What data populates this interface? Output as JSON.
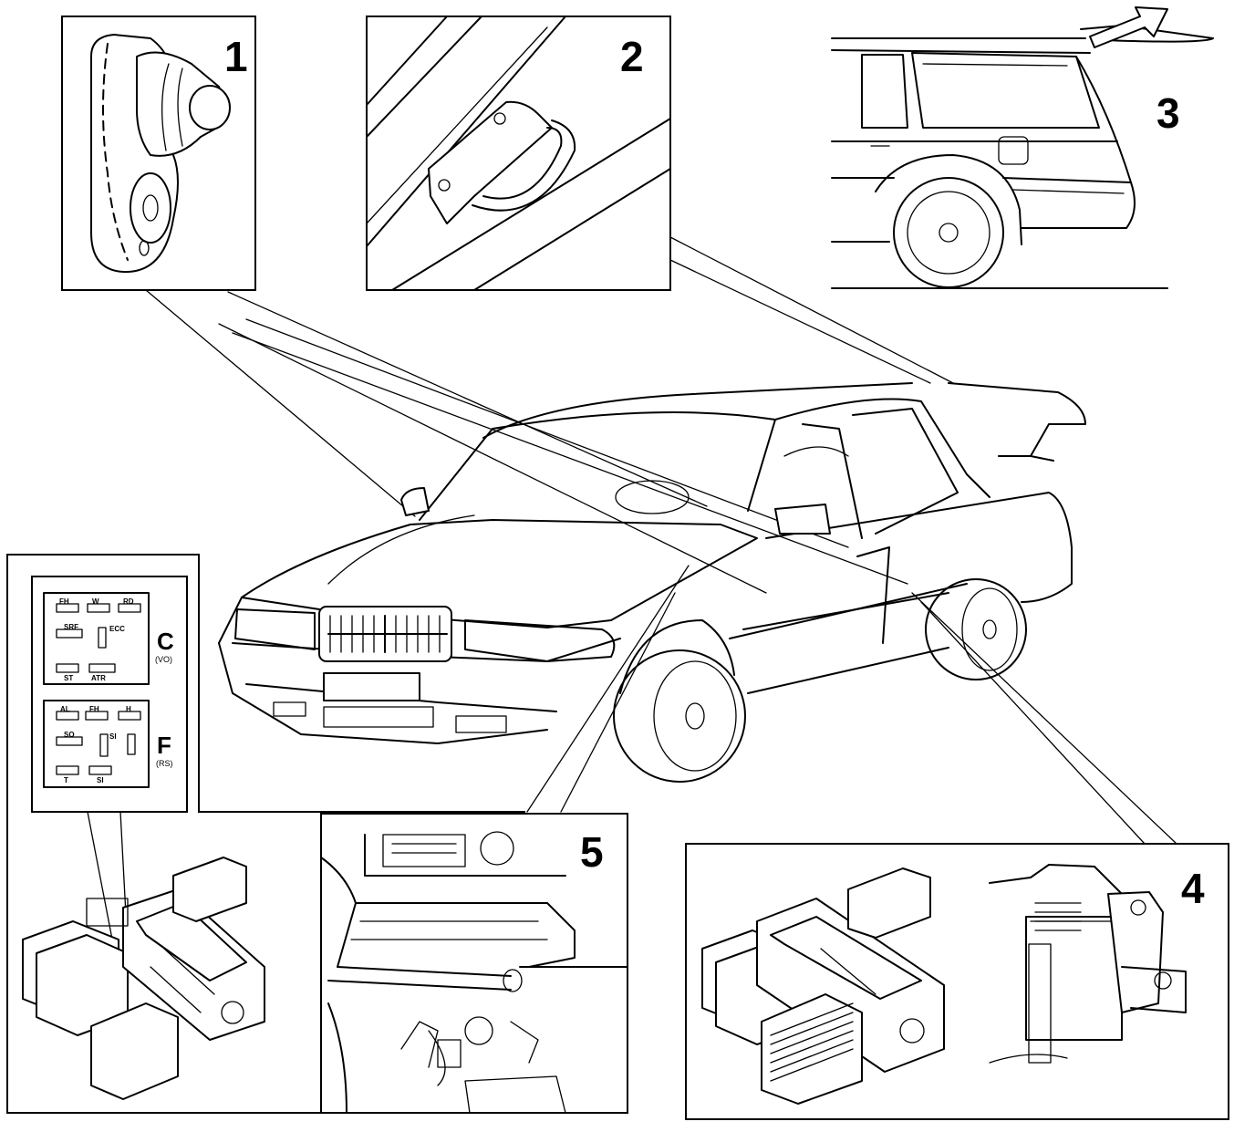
{
  "callouts": {
    "one": "1",
    "two": "2",
    "three": "3",
    "four": "4",
    "five": "5"
  },
  "relay_panel_c": {
    "letter": "C",
    "sub": "(VO)",
    "slots": [
      "FH",
      "W",
      "RD",
      "SRF",
      "ECC",
      "ST",
      "ATR"
    ]
  },
  "relay_panel_f": {
    "letter": "F",
    "sub": "(RS)",
    "slots": [
      "AL",
      "FH",
      "H",
      "SO",
      "SI",
      "T",
      "SI"
    ]
  }
}
